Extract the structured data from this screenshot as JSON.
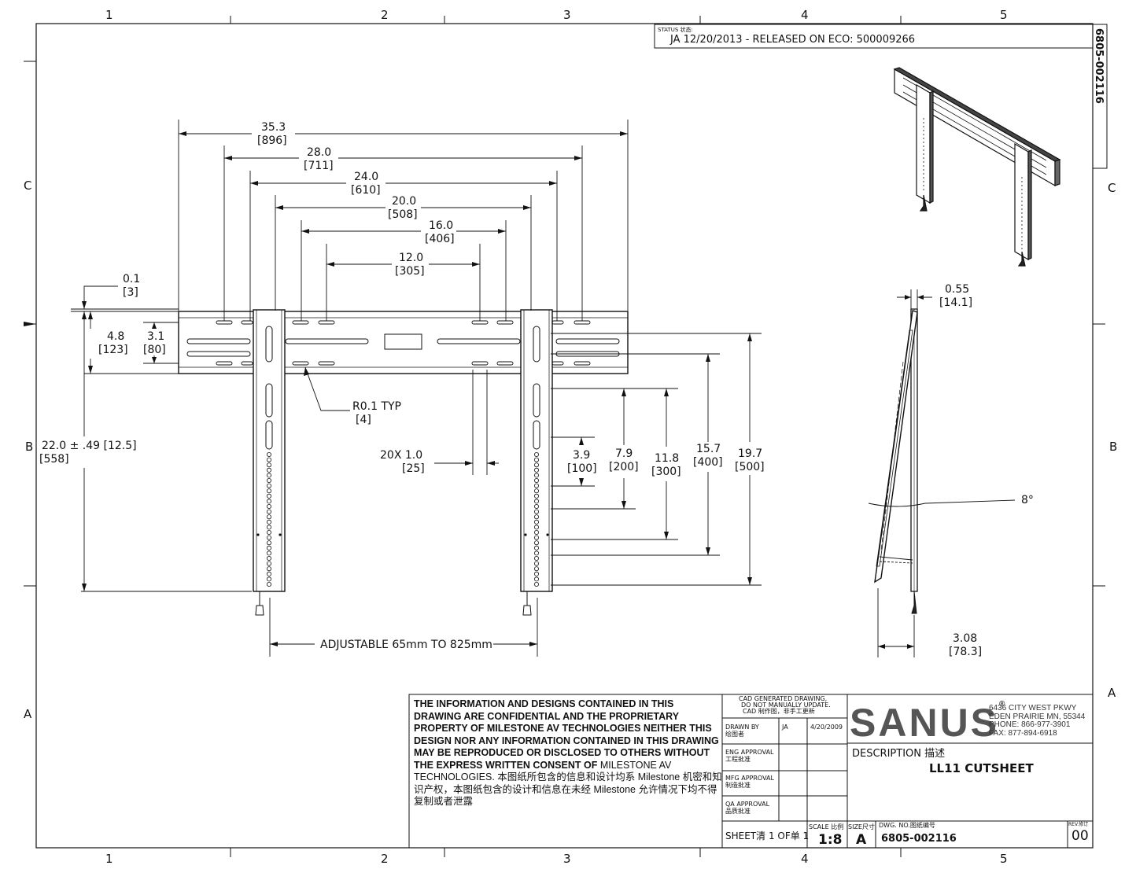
{
  "border": {
    "columns": [
      "1",
      "2",
      "3",
      "4",
      "5"
    ],
    "rows": [
      "C",
      "B",
      "A"
    ]
  },
  "status": {
    "label": "STATUS 状态:",
    "text": "JA 12/20/2013 - RELEASED ON ECO: 500009266"
  },
  "side_drawing_number": "6805-002116",
  "front_view_dims": {
    "overall_width": [
      "35.3",
      "[896]"
    ],
    "w28": [
      "28.0",
      "[711]"
    ],
    "w24": [
      "24.0",
      "[610]"
    ],
    "w20": [
      "20.0",
      "[508]"
    ],
    "w16": [
      "16.0",
      "[406]"
    ],
    "w12": [
      "12.0",
      "[305]"
    ],
    "offset": [
      "0.1",
      "[3]"
    ],
    "plate_height": [
      "4.8",
      "[123]"
    ],
    "slot_pitch": [
      "3.1",
      "[80]"
    ],
    "radius": [
      "R0.1 TYP",
      "[4]"
    ],
    "slots": [
      "20X 1.0",
      "[25]"
    ],
    "overall_height": [
      "22.0 ± .49 [12.5]",
      "[558]"
    ],
    "h3_9": [
      "3.9",
      "[100]"
    ],
    "h7_9": [
      "7.9",
      "[200]"
    ],
    "h11_8": [
      "11.8",
      "[300]"
    ],
    "h15_7": [
      "15.7",
      "[400]"
    ],
    "h19_7": [
      "19.7",
      "[500]"
    ],
    "adjustable": "ADJUSTABLE 65mm TO 825mm"
  },
  "side_view_dims": {
    "thickness": [
      "0.55",
      "[14.1]"
    ],
    "angle": "8°",
    "depth": [
      "3.08",
      "[78.3]"
    ]
  },
  "title_block": {
    "notice_bold": "THE INFORMATION AND DESIGNS CONTAINED IN THIS DRAWING ARE CONFIDENTIAL AND THE PROPRIETARY PROPERTY OF MILESTONE AV TECHNOLOGIES NEITHER THIS DESIGN NOR ANY INFORMATION CONTAINED IN THIS DRAWING MAY BE REPRODUCED OR DISCLOSED TO OTHERS WITHOUT THE EXPRESS WRITTEN CONSENT OF",
    "notice_plain": "MILESTONE AV TECHNOLOGIES. 本图纸所包含的信息和设计均系 Milestone 机密和知识产权，本图纸包含的设计和信息在未经 Milestone 允许情况下均不得复制或者泄露",
    "cad_note": [
      "CAD GENERATED DRAWING,",
      "DO NOT MANUALLY UPDATE.",
      "CAD 制作图，非手工更新"
    ],
    "drawn_by_label": "DRAWN BY",
    "drawn_by_label_cn": "绘图者",
    "drawn_by": "JA",
    "drawn_date": "4/20/2009",
    "eng_label": "ENG APPROVAL",
    "eng_label_cn": "工程批准",
    "mfg_label": "MFG APPROVAL",
    "mfg_label_cn": "制造批准",
    "qa_label": "QA APPROVAL",
    "qa_label_cn": "品质批准",
    "sheet": "SHEET清 1 OF单 1",
    "scale_label": "SCALE 比例",
    "scale": "1:8",
    "size_label": "SIZE尺寸",
    "size": "A",
    "dwg_label": "DWG. NO.图纸编号",
    "dwg_no": "6805-002116",
    "rev_label": "REV.修订",
    "rev": "00",
    "company": "SANUS",
    "registered": "®",
    "address": [
      "6436 CITY WEST PKWY",
      "EDEN PRAIRIE MN, 55344",
      "PHONE:  866-977-3901",
      "FAX: 877-894-6918"
    ],
    "description_label": "DESCRIPTION 描述",
    "description": "LL11 CUTSHEET"
  }
}
